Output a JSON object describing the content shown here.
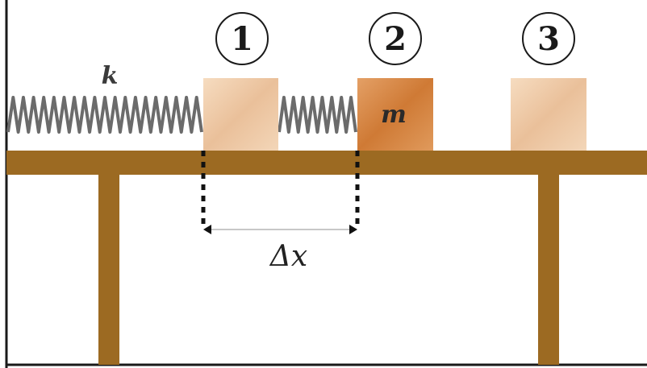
{
  "diagram": {
    "spring_label": "k",
    "mass_label": "m",
    "displacement_label": "Δx",
    "positions": [
      {
        "label": "1"
      },
      {
        "label": "2"
      },
      {
        "label": "3"
      }
    ],
    "colors": {
      "wood": "#9c6a22",
      "block_light": "#f0cfa6",
      "block_mass": "#d98a45",
      "spring": "#6b6b6b",
      "outline": "#1a1a1a"
    }
  }
}
